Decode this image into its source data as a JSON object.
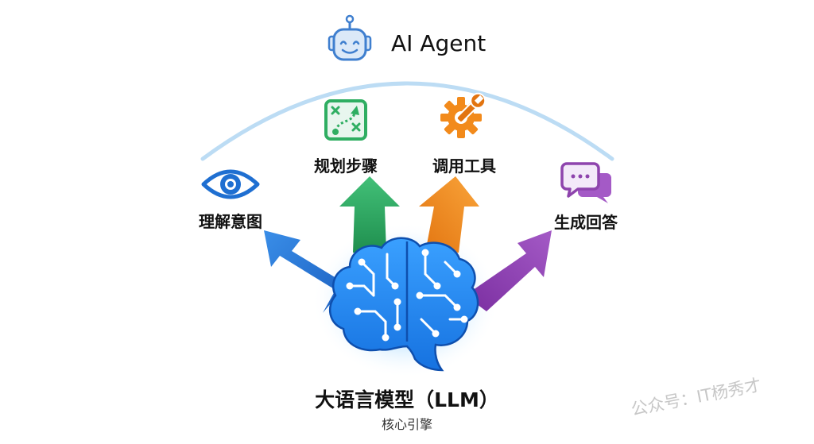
{
  "title": "AI Agent",
  "capabilities": [
    {
      "id": "understand",
      "label": "理解意图",
      "icon": "eye-icon",
      "color": "#1f6fd1"
    },
    {
      "id": "plan",
      "label": "规划步骤",
      "icon": "strategy-board-icon",
      "color": "#2fae62"
    },
    {
      "id": "tools",
      "label": "调用工具",
      "icon": "gear-wrench-icon",
      "color": "#f28a1b"
    },
    {
      "id": "respond",
      "label": "生成回答",
      "icon": "chat-bubbles-icon",
      "color": "#8e44ad"
    }
  ],
  "core": {
    "title": "大语言模型（LLM）",
    "subtitle": "核心引擎",
    "icon": "circuit-brain-icon"
  },
  "watermark": "公众号：IT杨秀才",
  "colors": {
    "arc": "#bcdcf4",
    "robot": "#3f7fcf",
    "brain": "#2d8ef0"
  }
}
